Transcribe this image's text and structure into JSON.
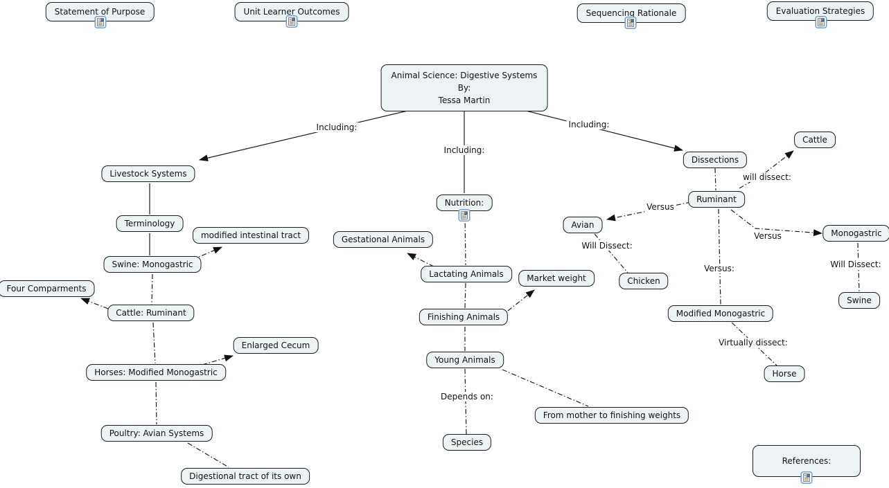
{
  "colors": {
    "node_fill": "#edf3f5",
    "node_border": "#1c1c1c",
    "line": "#1c1c1c",
    "icon_border": "#6b9fd6"
  },
  "top_links": {
    "statement": {
      "label": "Statement of Purpose"
    },
    "unit": {
      "label": "Unit Learner Outcomes"
    },
    "sequencing": {
      "label": "Sequencing Rationale"
    },
    "evaluation": {
      "label": "Evaluation Strategies"
    }
  },
  "title_node": {
    "line1": "Animal Science: Digestive Systems",
    "line2": "By:",
    "line3": "Tessa Martin"
  },
  "nodes": {
    "livestock": {
      "label": "Livestock Systems"
    },
    "terminology": {
      "label": "Terminology"
    },
    "modified_intestinal": {
      "label": "modified intestinal tract"
    },
    "swine_mono": {
      "label": "Swine: Monogastric"
    },
    "four_compartments": {
      "label": "Four Comparments"
    },
    "cattle_ruminant": {
      "label": "Cattle: Ruminant"
    },
    "enlarged_cecum": {
      "label": "Enlarged Cecum"
    },
    "horses_modified": {
      "label": "Horses: Modified Monogastric"
    },
    "poultry_avian": {
      "label": "Poultry: Avian Systems"
    },
    "digestional": {
      "label": "Digestional tract of its own"
    },
    "nutrition": {
      "label": "Nutrition:"
    },
    "gestational": {
      "label": "Gestational Animals"
    },
    "lactating": {
      "label": "Lactating Animals"
    },
    "market_weight": {
      "label": "Market weight"
    },
    "finishing": {
      "label": "Finishing Animals"
    },
    "young": {
      "label": "Young Animals"
    },
    "species": {
      "label": "Species"
    },
    "from_mother": {
      "label": "From mother to finishing weights"
    },
    "dissections": {
      "label": "Dissections"
    },
    "cattle": {
      "label": "Cattle"
    },
    "ruminant": {
      "label": "Ruminant"
    },
    "avian": {
      "label": "Avian"
    },
    "monogastric": {
      "label": "Monogastric"
    },
    "chicken": {
      "label": "Chicken"
    },
    "modified_monogastric": {
      "label": "Modified Monogastric"
    },
    "swine": {
      "label": "Swine"
    },
    "horse": {
      "label": "Horse"
    },
    "references": {
      "label": "References:"
    }
  },
  "labels": {
    "including_left": "Including:",
    "including_center": "Including:",
    "including_right": "Including:",
    "will_dissect_cattle": "will dissect:",
    "versus_avian": "Versus",
    "versus_mono": "Versus",
    "versus_modified": "Versus:",
    "will_dissect_avian": "Will Dissect:",
    "will_dissect_mono": "Will Dissect:",
    "virtually_dissect": "Virtually dissect:",
    "depends_on": "Depends on:"
  }
}
